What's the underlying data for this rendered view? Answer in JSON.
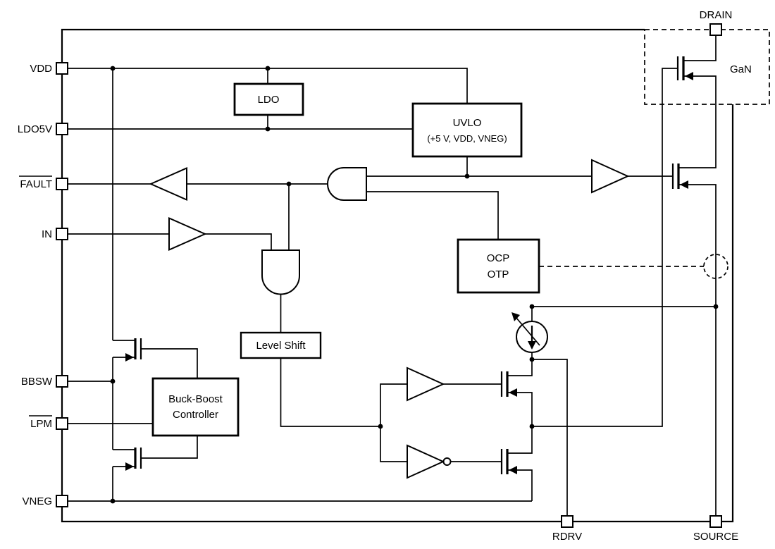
{
  "pins": {
    "vdd": {
      "label": "VDD",
      "negated": false
    },
    "ldo5v": {
      "label": "LDO5V",
      "negated": false
    },
    "fault": {
      "label": "FAULT",
      "negated": true
    },
    "in": {
      "label": "IN",
      "negated": false
    },
    "bbsw": {
      "label": "BBSW",
      "negated": false
    },
    "lpm": {
      "label": "LPM",
      "negated": true
    },
    "vneg": {
      "label": "VNEG",
      "negated": false
    },
    "drain": {
      "label": "DRAIN",
      "negated": false
    },
    "rdrv": {
      "label": "RDRV",
      "negated": false
    },
    "source": {
      "label": "SOURCE",
      "negated": false
    }
  },
  "blocks": {
    "ldo": {
      "label": "LDO"
    },
    "uvlo": {
      "title": "UVLO",
      "subtitle": "(+5 V, VDD, VNEG)"
    },
    "ocp_otp": {
      "line1": "OCP",
      "line2": "OTP"
    },
    "level_shift": {
      "label": "Level Shift"
    },
    "buck_boost": {
      "line1": "Buck-Boost",
      "line2": "Controller"
    },
    "gan": {
      "label": "GaN"
    }
  },
  "colors": {
    "line": "#000000",
    "background": "#ffffff"
  }
}
